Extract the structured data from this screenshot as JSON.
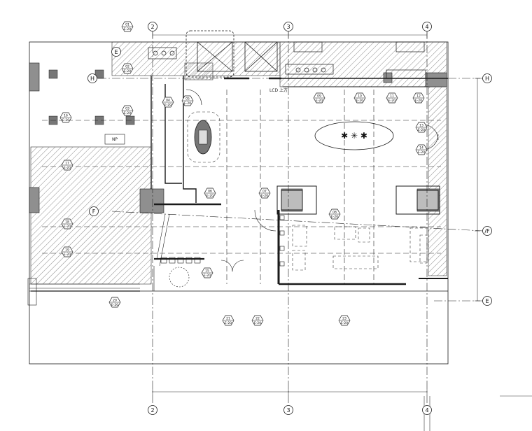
{
  "grid_columns": [
    {
      "id": "col-2",
      "label": "2"
    },
    {
      "id": "col-3",
      "label": "3"
    },
    {
      "id": "col-4",
      "label": "4"
    }
  ],
  "grid_rows": [
    {
      "id": "row-h",
      "label": "H"
    },
    {
      "id": "row-f",
      "label": "F"
    },
    {
      "id": "row-e",
      "label": "E"
    }
  ],
  "extra_grid_bubbles": [
    {
      "id": "e-top-left",
      "label": "E"
    },
    {
      "id": "f-left",
      "label": "F"
    },
    {
      "id": "h-left",
      "label": "H"
    },
    {
      "id": "f-right",
      "label": "/F"
    }
  ],
  "room_labels": {
    "np": "NP",
    "lcd": "LCD 上方"
  },
  "callout_tags": [
    {
      "id": "t01",
      "num": "01",
      "ref": "E-20"
    },
    {
      "id": "t02",
      "num": "02",
      "ref": "E-20"
    },
    {
      "id": "t03",
      "num": "03",
      "ref": "E-20"
    },
    {
      "id": "t04",
      "num": "04",
      "ref": "E-20"
    },
    {
      "id": "t05",
      "num": "05",
      "ref": "E-20"
    },
    {
      "id": "t06",
      "num": "06",
      "ref": "E-20"
    },
    {
      "id": "t07",
      "num": "07",
      "ref": "E-20"
    },
    {
      "id": "t08",
      "num": "08",
      "ref": "E-20"
    },
    {
      "id": "t09",
      "num": "09",
      "ref": "E-20"
    },
    {
      "id": "t10",
      "num": "10",
      "ref": "E-20"
    },
    {
      "id": "t11",
      "num": "11",
      "ref": "E-20"
    },
    {
      "id": "t12",
      "num": "12",
      "ref": "E-20"
    },
    {
      "id": "t13",
      "num": "13",
      "ref": "E-20"
    },
    {
      "id": "t14",
      "num": "14",
      "ref": "E-20"
    },
    {
      "id": "t15",
      "num": "15",
      "ref": "E-20"
    },
    {
      "id": "t16",
      "num": "16",
      "ref": "E-20"
    },
    {
      "id": "t17",
      "num": "17",
      "ref": "E-20"
    },
    {
      "id": "t18",
      "num": "18",
      "ref": "E-20"
    },
    {
      "id": "t19",
      "num": "19",
      "ref": "E-20"
    },
    {
      "id": "t20",
      "num": "20",
      "ref": "E-20"
    },
    {
      "id": "t21",
      "num": "21",
      "ref": "E-20"
    },
    {
      "id": "t22",
      "num": "22",
      "ref": "E-20"
    },
    {
      "id": "t23",
      "num": "23",
      "ref": "E-20"
    }
  ],
  "colors": {
    "line": "#1a1a1a",
    "wall_fill": "#8f8f8f",
    "hatch": "#555555",
    "dim": "#333333"
  }
}
